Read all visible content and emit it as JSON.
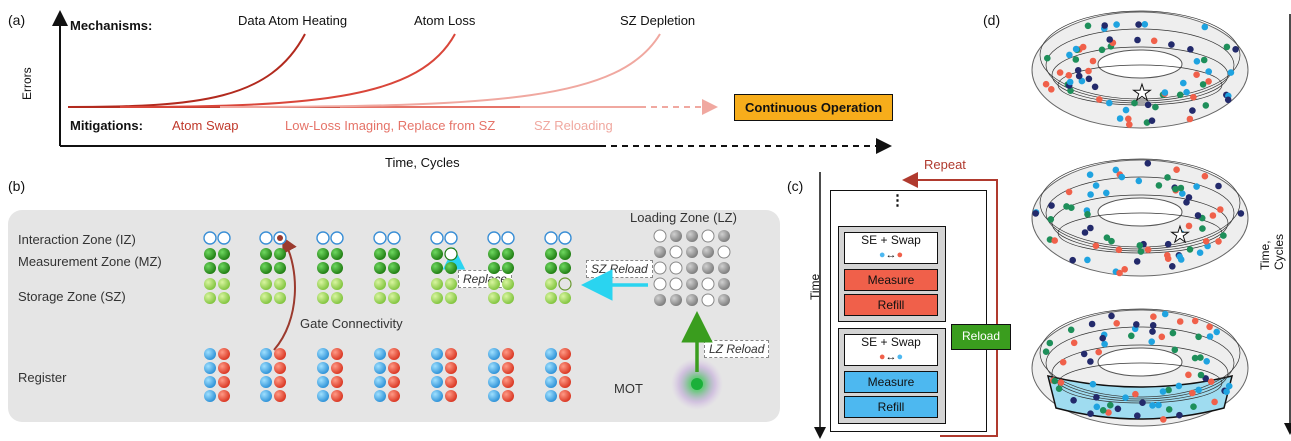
{
  "panel_a": {
    "label": "(a)",
    "mechanisms_label": "Mechanisms:",
    "mitigations_label": "Mitigations:",
    "mech_heating": "Data Atom Heating",
    "mech_loss": "Atom Loss",
    "mech_sz": "SZ Depletion",
    "mit_swap": "Atom Swap",
    "mit_imaging": "Low-Loss Imaging, Replace from SZ",
    "mit_reload": "SZ Reloading",
    "continuous": "Continuous Operation",
    "y_axis": "Errors",
    "x_axis": "Time, Cycles"
  },
  "panel_b": {
    "label": "(b)",
    "zone_iz": "Interaction Zone (IZ)",
    "zone_mz": "Measurement Zone (MZ)",
    "zone_sz": "Storage Zone (SZ)",
    "zone_reg": "Register",
    "loading_zone": "Loading Zone (LZ)",
    "replace": "Replace",
    "sz_reload": "SZ Reload",
    "lz_reload": "LZ Reload",
    "gate_conn": "Gate Connectivity",
    "mot": "MOT"
  },
  "panel_c": {
    "label": "(c)",
    "repeat": "Repeat",
    "time": "Time",
    "dots": "⋮",
    "se_swap_1": "SE + Swap",
    "measure_1": "Measure",
    "refill_1": "Refill",
    "se_swap_2": "SE + Swap",
    "measure_2": "Measure",
    "refill_2": "Refill",
    "reload": "Reload"
  },
  "panel_d": {
    "label": "(d)",
    "time_axis": "Time, Cycles"
  },
  "colors": {
    "dark_red": "#c0392b",
    "mid_red": "#e57368",
    "light_red": "#f0a8a0",
    "orange_box": "#f7ad1b",
    "cyan": "#2ad4f0",
    "green_arrow": "#3a9d1e",
    "measure_red": "#f0604a",
    "measure_blue": "#4db8f0",
    "repeat_red": "#b03a2e"
  }
}
